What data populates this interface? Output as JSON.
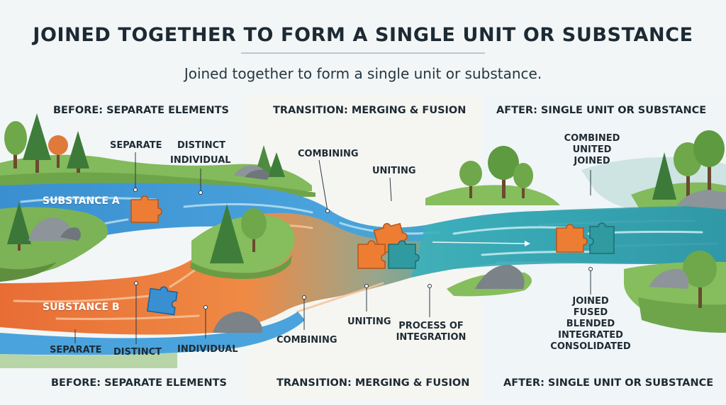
{
  "title": "JOINED TOGETHER TO FORM A SINGLE UNIT OR SUBSTANCE",
  "subtitle": "Joined together to form a single unit or substance.",
  "sections": {
    "before": "BEFORE: SEPARATE ELEMENTS",
    "transition": "TRANSITION: MERGING & FUSION",
    "after": "AFTER: SINGLE UNIT OR SUBSTANCE"
  },
  "streams": {
    "a": "SUBSTANCE A",
    "b": "SUBSTANCE B"
  },
  "before_labels": {
    "separate_top": "SEPARATE",
    "distinct_top": "DISTINCT",
    "individual_top": "INDIVIDUAL",
    "separate_bottom": "SEPARATE",
    "distinct_bottom": "DISTINCT",
    "individual_bottom": "INDIVIDUAL"
  },
  "transition_labels": {
    "combining_top": "COMBINING",
    "uniting_top": "UNITING",
    "uniting_bottom": "UNITING",
    "combining_bottom": "COMBINING",
    "process_line1": "PROCESS OF",
    "process_line2": "INTEGRATION"
  },
  "after_labels": {
    "top": [
      "COMBINED",
      "UNITED",
      "JOINED"
    ],
    "bottom": [
      "JOINED",
      "FUSED",
      "BLENDED",
      "INTEGRATED",
      "CONSOLIDATED"
    ]
  },
  "colors": {
    "blue_stream": "#3f95d1",
    "orange_stream": "#e8773a",
    "teal_stream": "#3aa6ad",
    "land": "#7cb356"
  },
  "icons": [
    "puzzle-piece-icon",
    "tree-icon",
    "rock-icon"
  ]
}
